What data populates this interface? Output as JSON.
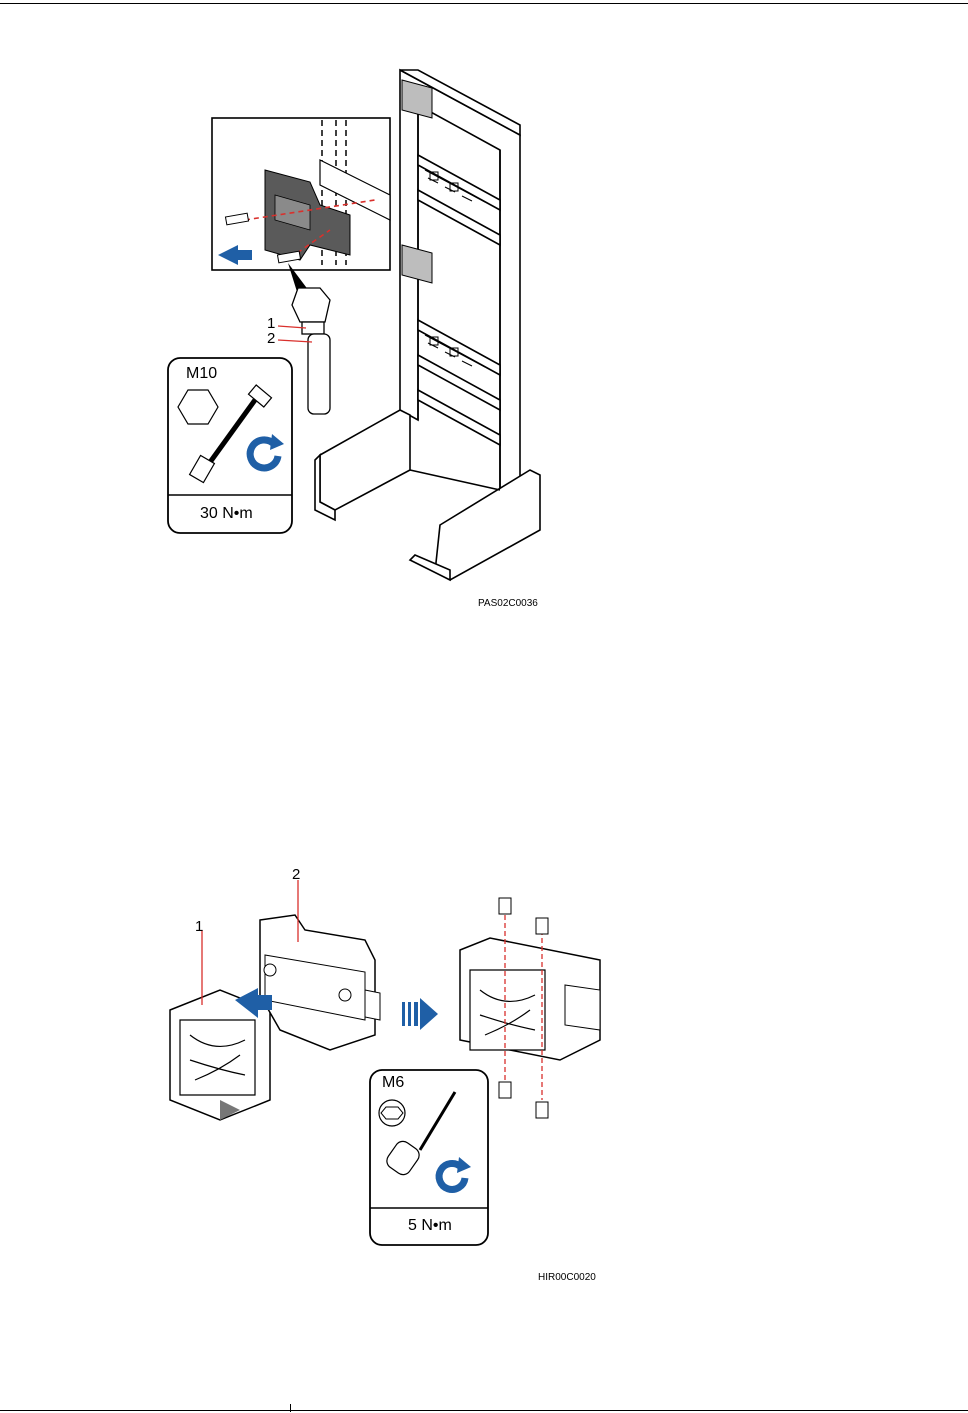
{
  "figure1": {
    "id": "PAS02C0036",
    "callouts": [
      "1",
      "2"
    ],
    "tool_box": {
      "bolt": "M10",
      "torque": "30 N•m"
    }
  },
  "figure2": {
    "id": "HIR00C0020",
    "callouts": [
      "1",
      "2"
    ],
    "tool_box": {
      "bolt": "M6",
      "torque": "5 N•m"
    }
  },
  "colors": {
    "arrow": "#1f5fa6",
    "rotate": "#1f5fa6",
    "dash": "#d9302c",
    "part": "#8a8a8a"
  }
}
